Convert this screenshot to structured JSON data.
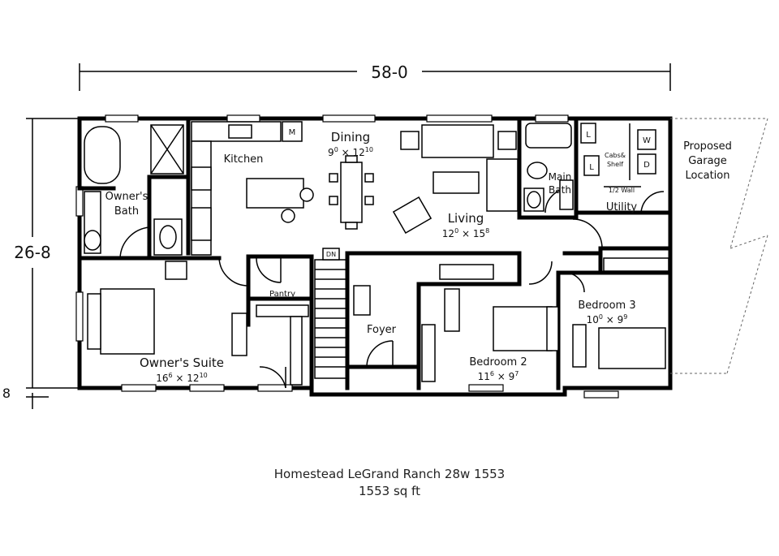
{
  "dimensions": {
    "width": "58-0",
    "depth": "26-8",
    "side": "8"
  },
  "rooms": {
    "dining": {
      "name": "Dining",
      "size_a": "9",
      "size_a_sup": "0",
      "size_b": "12",
      "size_b_sup": "10"
    },
    "kitchen": {
      "name": "Kitchen"
    },
    "owners_bath": {
      "line1": "Owner's",
      "line2": "Bath"
    },
    "living": {
      "name": "Living",
      "size_a": "12",
      "size_a_sup": "0",
      "size_b": "15",
      "size_b_sup": "8"
    },
    "main_bath": {
      "line1": "Main",
      "line2": "Bath"
    },
    "utility": {
      "name": "Utility",
      "cabs_line1": "Cabs&",
      "cabs_line2": "Shelf",
      "half_wall": "1/2 Wall"
    },
    "garage": {
      "line1": "Proposed",
      "line2": "Garage",
      "line3": "Location"
    },
    "pantry": {
      "name": "Pantry"
    },
    "stairs": {
      "label": "DN"
    },
    "foyer": {
      "name": "Foyer"
    },
    "owners_suite": {
      "name": "Owner's Suite",
      "size_a": "16",
      "size_a_sup": "6",
      "size_b": "12",
      "size_b_sup": "10"
    },
    "bedroom2": {
      "name": "Bedroom 2",
      "size_a": "11",
      "size_a_sup": "6",
      "size_b": "9",
      "size_b_sup": "7"
    },
    "bedroom3": {
      "name": "Bedroom 3",
      "size_a": "10",
      "size_a_sup": "0",
      "size_b": "9",
      "size_b_sup": "9"
    }
  },
  "appliance_marks": {
    "microwave": "M",
    "washer": "W",
    "dryer": "D",
    "linen_l1": "L",
    "linen_l2": "L"
  },
  "caption": {
    "title": "Homestead LeGrand Ranch 28w 1553",
    "area": "1553 sq ft"
  }
}
